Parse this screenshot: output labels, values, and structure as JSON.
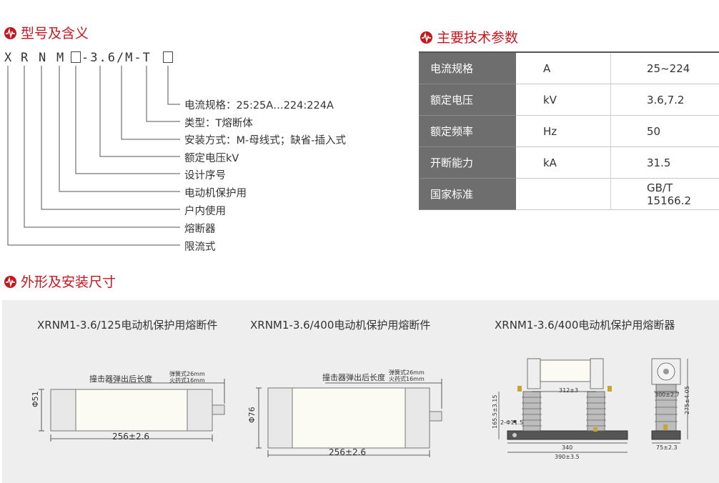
{
  "model_section": {
    "title": "型号及含义",
    "code_letters": [
      "X",
      "R",
      "N",
      "M"
    ],
    "code_suffix": "-3.6/M-T",
    "legend": [
      "电流规格：25:25A…224:224A",
      "类型：T熔断体",
      "安装方式：M-母线式；缺省-插入式",
      "额定电压kV",
      "设计序号",
      "电动机保护用",
      "户内使用",
      "熔断器",
      "限流式"
    ]
  },
  "spec_section": {
    "title": "主要技术参数",
    "rows": [
      {
        "name": "电流规格",
        "unit": "A",
        "value": "25~224"
      },
      {
        "name": "额定电压",
        "unit": "kV",
        "value": "3.6,7.2"
      },
      {
        "name": "额定频率",
        "unit": "Hz",
        "value": "50"
      },
      {
        "name": "开断能力",
        "unit": "kA",
        "value": "31.5"
      },
      {
        "name": "国家标准",
        "unit": "",
        "value": "GB/T 15166.2"
      }
    ]
  },
  "drawing_section": {
    "title": "外形及安装尺寸",
    "drawings": [
      {
        "title": "XRNM1-3.6/125电动机保护用熔断件",
        "striker_label": "撞击器弹出后长度",
        "spring_label": "弹簧式26mm",
        "powder_label": "火药式16mm",
        "diameter": "Φ51",
        "length": "256±2.6"
      },
      {
        "title": "XRNM1-3.6/400电动机保护用熔断件",
        "striker_label": "撞击器弹出后长度",
        "spring_label": "弹簧式26mm",
        "powder_label": "火药式16mm",
        "diameter": "Φ76",
        "length": "256±2.6"
      },
      {
        "title": "XRNM1-3.6/400电动机保护用熔断器",
        "dim_top": "312±3",
        "dim_height": "165.5±3.15",
        "dim_hole": "2-Φ11.5",
        "dim_base": "340",
        "dim_total": "390±3.5",
        "dim_side_width": "300±2.7",
        "dim_side_height": "275±4.05",
        "dim_side_base": "75±2.3"
      }
    ]
  }
}
